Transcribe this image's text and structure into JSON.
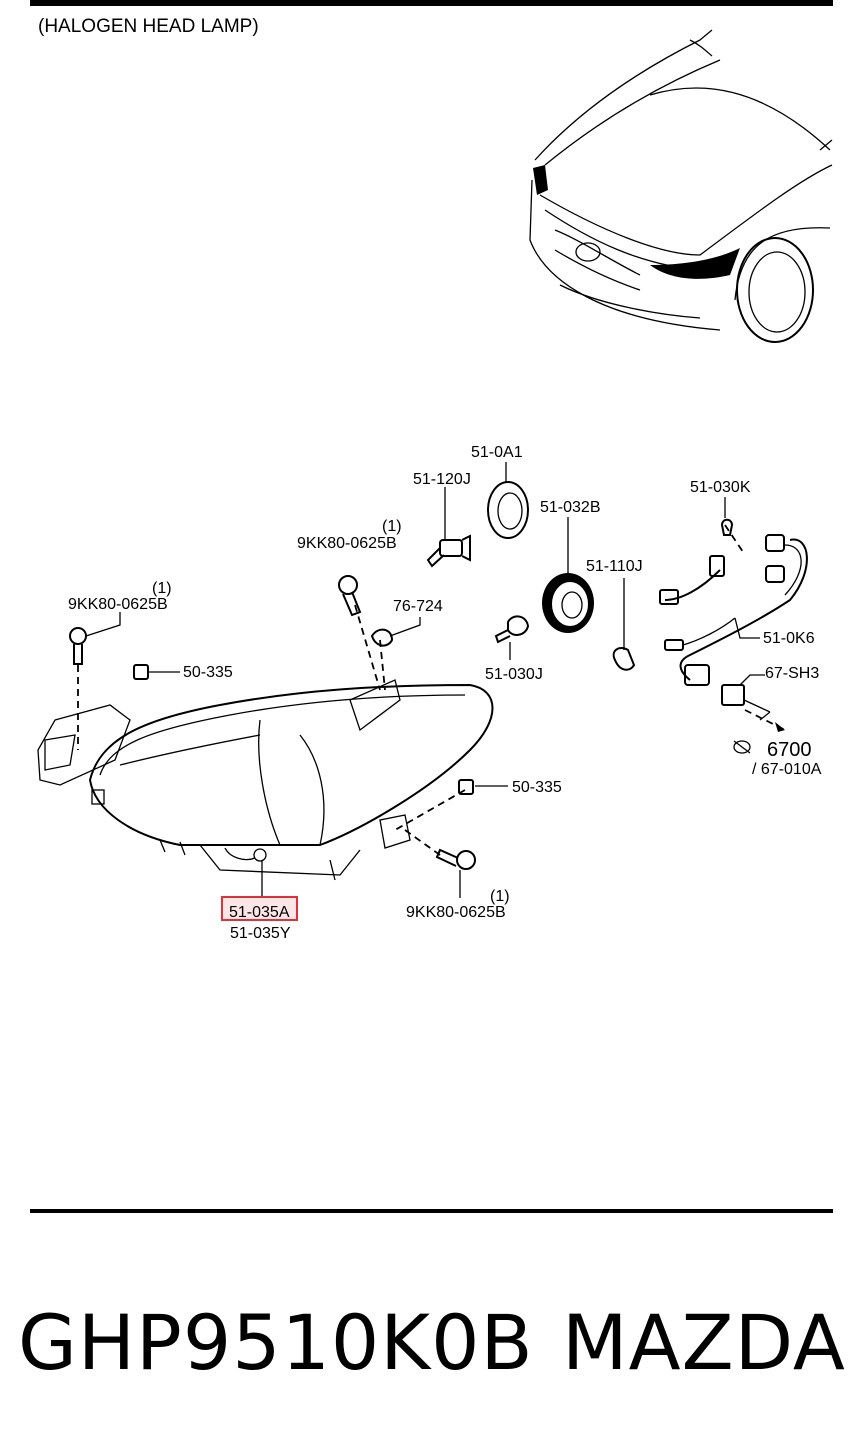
{
  "title": "(HALOGEN HEAD LAMP)",
  "labels": {
    "l_51_0A1": "51-0A1",
    "l_51_120J": "51-120J",
    "l_51_032B": "51-032B",
    "l_51_030K": "51-030K",
    "l_9kk_1": "9KK80-0625B",
    "l_9kk_1_qty": "(1)",
    "l_9kk_2": "9KK80-0625B",
    "l_9kk_2_qty": "(1)",
    "l_76_724": "76-724",
    "l_51_110J": "51-110J",
    "l_50_335_a": "50-335",
    "l_51_030J": "51-030J",
    "l_51_0K6": "51-0K6",
    "l_67_SH3": "67-SH3",
    "l_6700": "6700",
    "l_67_010A": "/ 67-010A",
    "l_50_335_b": "50-335",
    "l_51_035A": "51-035A",
    "l_51_035Y": "51-035Y",
    "l_9kk_3": "9KK80-0625B",
    "l_9kk_3_qty": "(1)"
  },
  "highlight_color": "#e0303a",
  "footer": {
    "part_number": "GHP9510K0B",
    "brand": "MAZDA"
  }
}
